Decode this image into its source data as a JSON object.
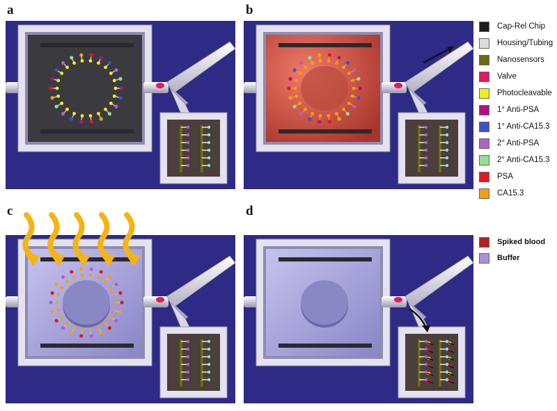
{
  "panels": [
    {
      "letter": "a",
      "state": "capture"
    },
    {
      "letter": "b",
      "state": "blood"
    },
    {
      "letter": "c",
      "state": "release"
    },
    {
      "letter": "d",
      "state": "transfer"
    }
  ],
  "legend_top": [
    {
      "label": "Cap-Rel Chip",
      "color": "#1c1c1c"
    },
    {
      "label": "Housing/Tubing",
      "color": "#dcdcdc"
    },
    {
      "label": "Nanosensors",
      "color": "#6b6b12"
    },
    {
      "label": "Valve",
      "color": "#e5175e"
    },
    {
      "label": "Photocleavable",
      "color": "#f0f018"
    },
    {
      "label": "1° Anti-PSA",
      "color": "#b0147c"
    },
    {
      "label": "1° Anti-CA15.3",
      "color": "#3c52c8"
    },
    {
      "label": "2° Anti-PSA",
      "color": "#b060c8"
    },
    {
      "label": "2° Anti-CA15.3",
      "color": "#90e090"
    },
    {
      "label": "PSA",
      "color": "#e01820"
    },
    {
      "label": "CA15.3",
      "color": "#f0a012"
    }
  ],
  "legend_bottom": [
    {
      "label": "Spiked blood",
      "color": "#b31f1f"
    },
    {
      "label": "Buffer",
      "color": "#a890d8"
    }
  ],
  "colors": {
    "background": "#2e2a86",
    "housing": "#e4e2ee",
    "chip_dark": "#3b3b3f",
    "blood": "#d85848",
    "buffer": "#a8a4dc",
    "arrow": "#f4b414"
  }
}
